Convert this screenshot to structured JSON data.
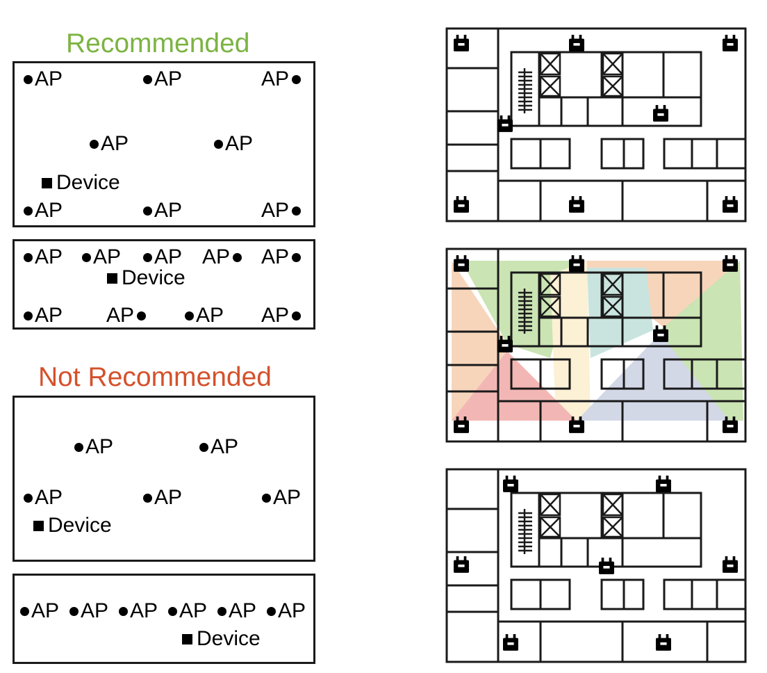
{
  "headings": {
    "recommended": "Recommended",
    "not_recommended": "Not Recommended"
  },
  "labels": {
    "ap": "AP",
    "device": "Device"
  },
  "colors": {
    "recommended": "#7cb342",
    "not_recommended": "#d4512b",
    "coverage_green": "#b9db9a",
    "coverage_orange": "#f5c7a5",
    "coverage_yellow": "#fbecc7",
    "coverage_teal": "#b8dcd4",
    "coverage_red": "#ee9f9c",
    "coverage_blue": "#c5cbe0"
  },
  "icons": {
    "access_point": "access-point-icon",
    "stairs": "stairs-icon",
    "elevator": "elevator-icon"
  }
}
